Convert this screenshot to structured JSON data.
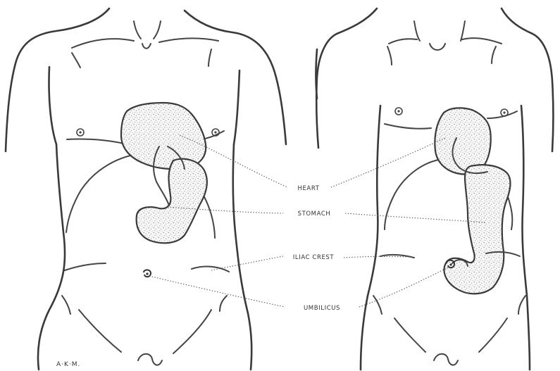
{
  "figure": {
    "labels": {
      "heart": "HEART",
      "stomach": "STOMACH",
      "iliac_crest": "ILIAC CREST",
      "umbilicus": "UMBILICUS"
    },
    "signature": "A·K·M."
  }
}
